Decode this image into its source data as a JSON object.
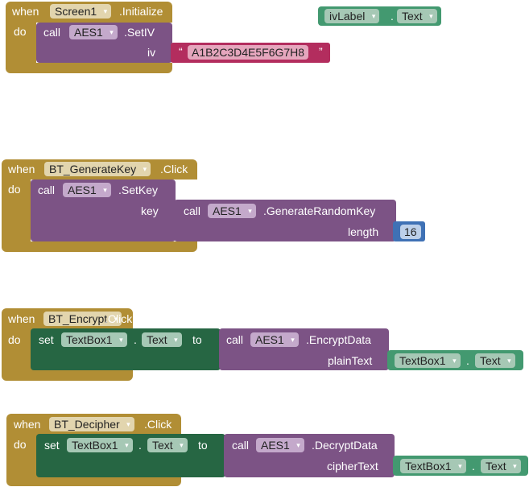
{
  "blocks": [
    {
      "when": "when",
      "component": "Screen1",
      "event": ".Initialize",
      "do": "do",
      "call": "call",
      "target": "AES1",
      "method": ".SetIV",
      "arg": "iv",
      "value": "A1B2C3D4E5F6G7H8",
      "quote_open": "“",
      "quote_close": "”"
    },
    {
      "when": "when",
      "component": "BT_GenerateKey",
      "event": ".Click",
      "do": "do",
      "call": "call",
      "target": "AES1",
      "method": ".SetKey",
      "arg": "key",
      "inner_call": "call",
      "inner_target": "AES1",
      "inner_method": ".GenerateRandomKey",
      "inner_arg": "length",
      "value": "16"
    },
    {
      "when": "when",
      "component": "BT_Encrypt",
      "event": ".Click",
      "do": "do",
      "set": "set",
      "set_component": "TextBox1",
      "dot": ".",
      "set_prop": "Text",
      "to": "to",
      "call": "call",
      "target": "AES1",
      "method": ".EncryptData",
      "arg": "plainText",
      "get_component": "TextBox1",
      "get_prop": "Text"
    },
    {
      "when": "when",
      "component": "BT_Decipher",
      "event": ".Click",
      "do": "do",
      "set": "set",
      "set_component": "TextBox1",
      "dot": ".",
      "set_prop": "Text",
      "to": "to",
      "call": "call",
      "target": "AES1",
      "method": ".DecryptData",
      "arg": "cipherText",
      "get_component": "TextBox1",
      "get_prop": "Text"
    }
  ],
  "floating_getter": {
    "component": "ivLabel",
    "dot": ".",
    "prop": "Text"
  },
  "colors": {
    "event": "#b18e35",
    "procedure": "#7c5385",
    "setter": "#266643",
    "getter": "#439970",
    "text": "#b32d5e",
    "math": "#3f71b5"
  }
}
